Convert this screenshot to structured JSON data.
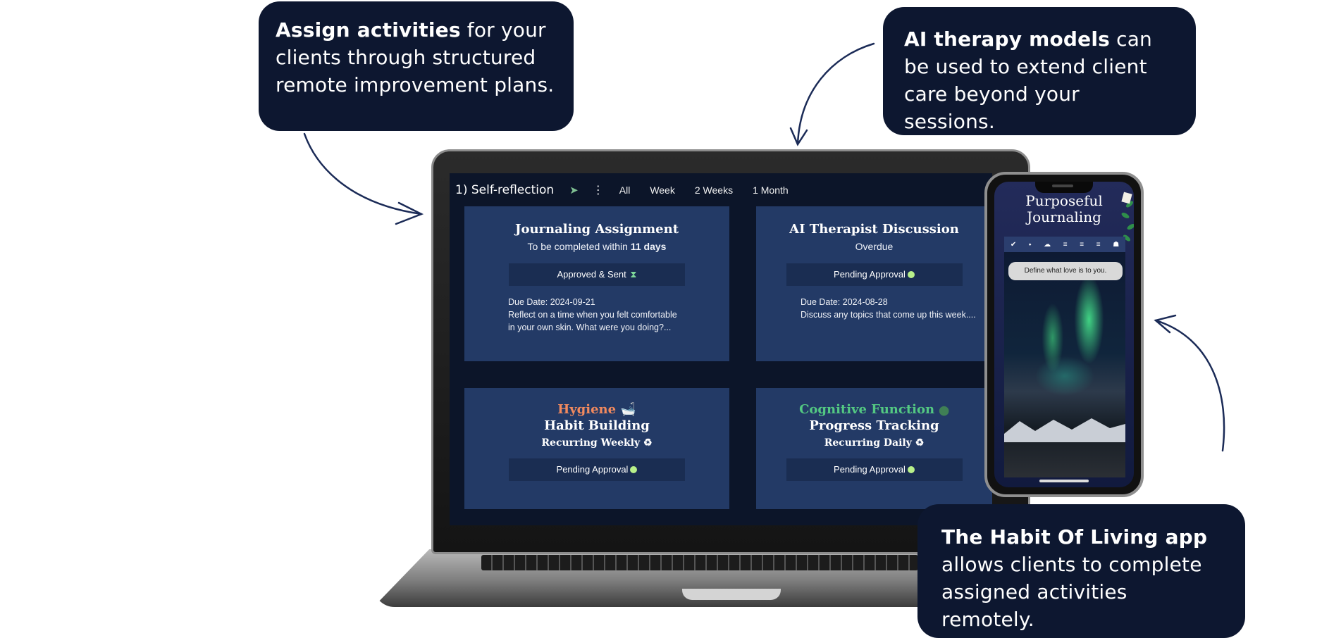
{
  "callouts": {
    "assign": {
      "bold": "Assign activities",
      "rest": " for your clients through structured remote improvement plans."
    },
    "ai": {
      "bold": "AI therapy models",
      "rest": " can be used to extend client care beyond your sessions."
    },
    "app": {
      "bold": "The Habit Of Living app",
      "rest": " allows clients to complete assigned activities remotely."
    }
  },
  "app": {
    "title": "1) Self-reflection",
    "send_icon": "paper-plane-icon",
    "menu_icon": "kebab-menu-icon",
    "filters": [
      "All",
      "Week",
      "2 Weeks",
      "1 Month"
    ]
  },
  "cards": [
    {
      "title": "Journaling Assignment",
      "subtitle_prefix": "To be completed within ",
      "subtitle_bold": "11 days",
      "status": "Approved & Sent",
      "status_icon": "⧗",
      "due": "Due Date: 2024-09-21",
      "description": "Reflect on a time when you felt comfortable in your own skin. What were you doing?..."
    },
    {
      "title": "AI Therapist Discussion",
      "subtitle": "Overdue",
      "status": "Pending Approval",
      "due": "Due Date: 2024-08-28",
      "description": "Discuss any topics that come up this week...."
    },
    {
      "kicker": "Hygiene",
      "kicker_icon": "🛁",
      "title": "Habit Building",
      "recurrence": "Recurring Weekly",
      "recurrence_icon": "♻",
      "status": "Pending Approval"
    },
    {
      "kicker": "Cognitive Function",
      "kicker_icon": "⬤",
      "title": "Progress Tracking",
      "recurrence": "Recurring Daily",
      "recurrence_icon": "♻",
      "status": "Pending Approval"
    }
  ],
  "phone": {
    "title_line1": "Purposeful",
    "title_line2": "Journaling",
    "toolbar": [
      "✔",
      "⬩",
      "☁",
      "≡",
      "≡",
      "≡",
      "☗"
    ],
    "prompt": "Define what love is to you."
  },
  "colors": {
    "callout_bg": "#0d1730",
    "card_bg": "#233a66",
    "screen_bg": "#0c1529",
    "pending_dot": "#b8f08a",
    "kicker_orange": "#f28a5e",
    "kicker_green": "#53c882"
  }
}
